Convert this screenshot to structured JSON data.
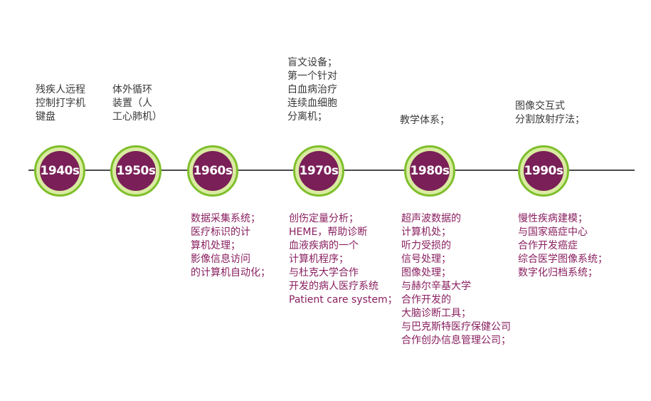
{
  "timeline": {
    "nodes": [
      {
        "year": "1940s"
      },
      {
        "year": "1950s"
      },
      {
        "year": "1960s"
      },
      {
        "year": "1970s"
      },
      {
        "year": "1980s"
      },
      {
        "year": "1990s"
      }
    ]
  },
  "top_notes": {
    "n1940s": [
      "残疾人远程",
      "控制打字机",
      "键盘"
    ],
    "n1950s": [
      "体外循环",
      "装置（人",
      "工心肺机）"
    ],
    "n1970s": [
      "盲文设备；",
      "第一个针对",
      "白血病治疗",
      "连续血细胞",
      "分离机；"
    ],
    "n1980s": [
      "教学体系；"
    ],
    "n1990s": [
      "图像交互式",
      "分割放射疗法；"
    ]
  },
  "bottom_notes": {
    "n1960s": [
      "数据采集系统；",
      "医疗标识的计",
      "算机处理；",
      "影像信息访问",
      "的计算机自动化；"
    ],
    "n1970s": [
      "创伤定量分析；",
      "HEME，帮助诊断",
      "血液疾病的一个",
      "计算机程序；",
      "与杜克大学合作",
      "开发的病人医疗系统",
      "Patient care system；"
    ],
    "n1980s": [
      "超声波数据的",
      "计算机处；",
      "听力受损的",
      "信号处理；",
      "图像处理；",
      "与赫尔辛基大学",
      "合作开发的",
      "大脑诊断工具；",
      "与巴克斯特医疗保健公司",
      "合作创办信息管理公司；"
    ],
    "n1990s": [
      "慢性疾病建模；",
      "与国家癌症中心",
      "合作开发癌症",
      "综合医学图像系统；",
      "数字化归档系统；"
    ]
  },
  "colors": {
    "node_fill": "#7b1f58",
    "node_ring": "#d8eba0",
    "node_border": "#7fbf2c",
    "top_text": "#3a3a3a",
    "bottom_text": "#8a2060"
  }
}
